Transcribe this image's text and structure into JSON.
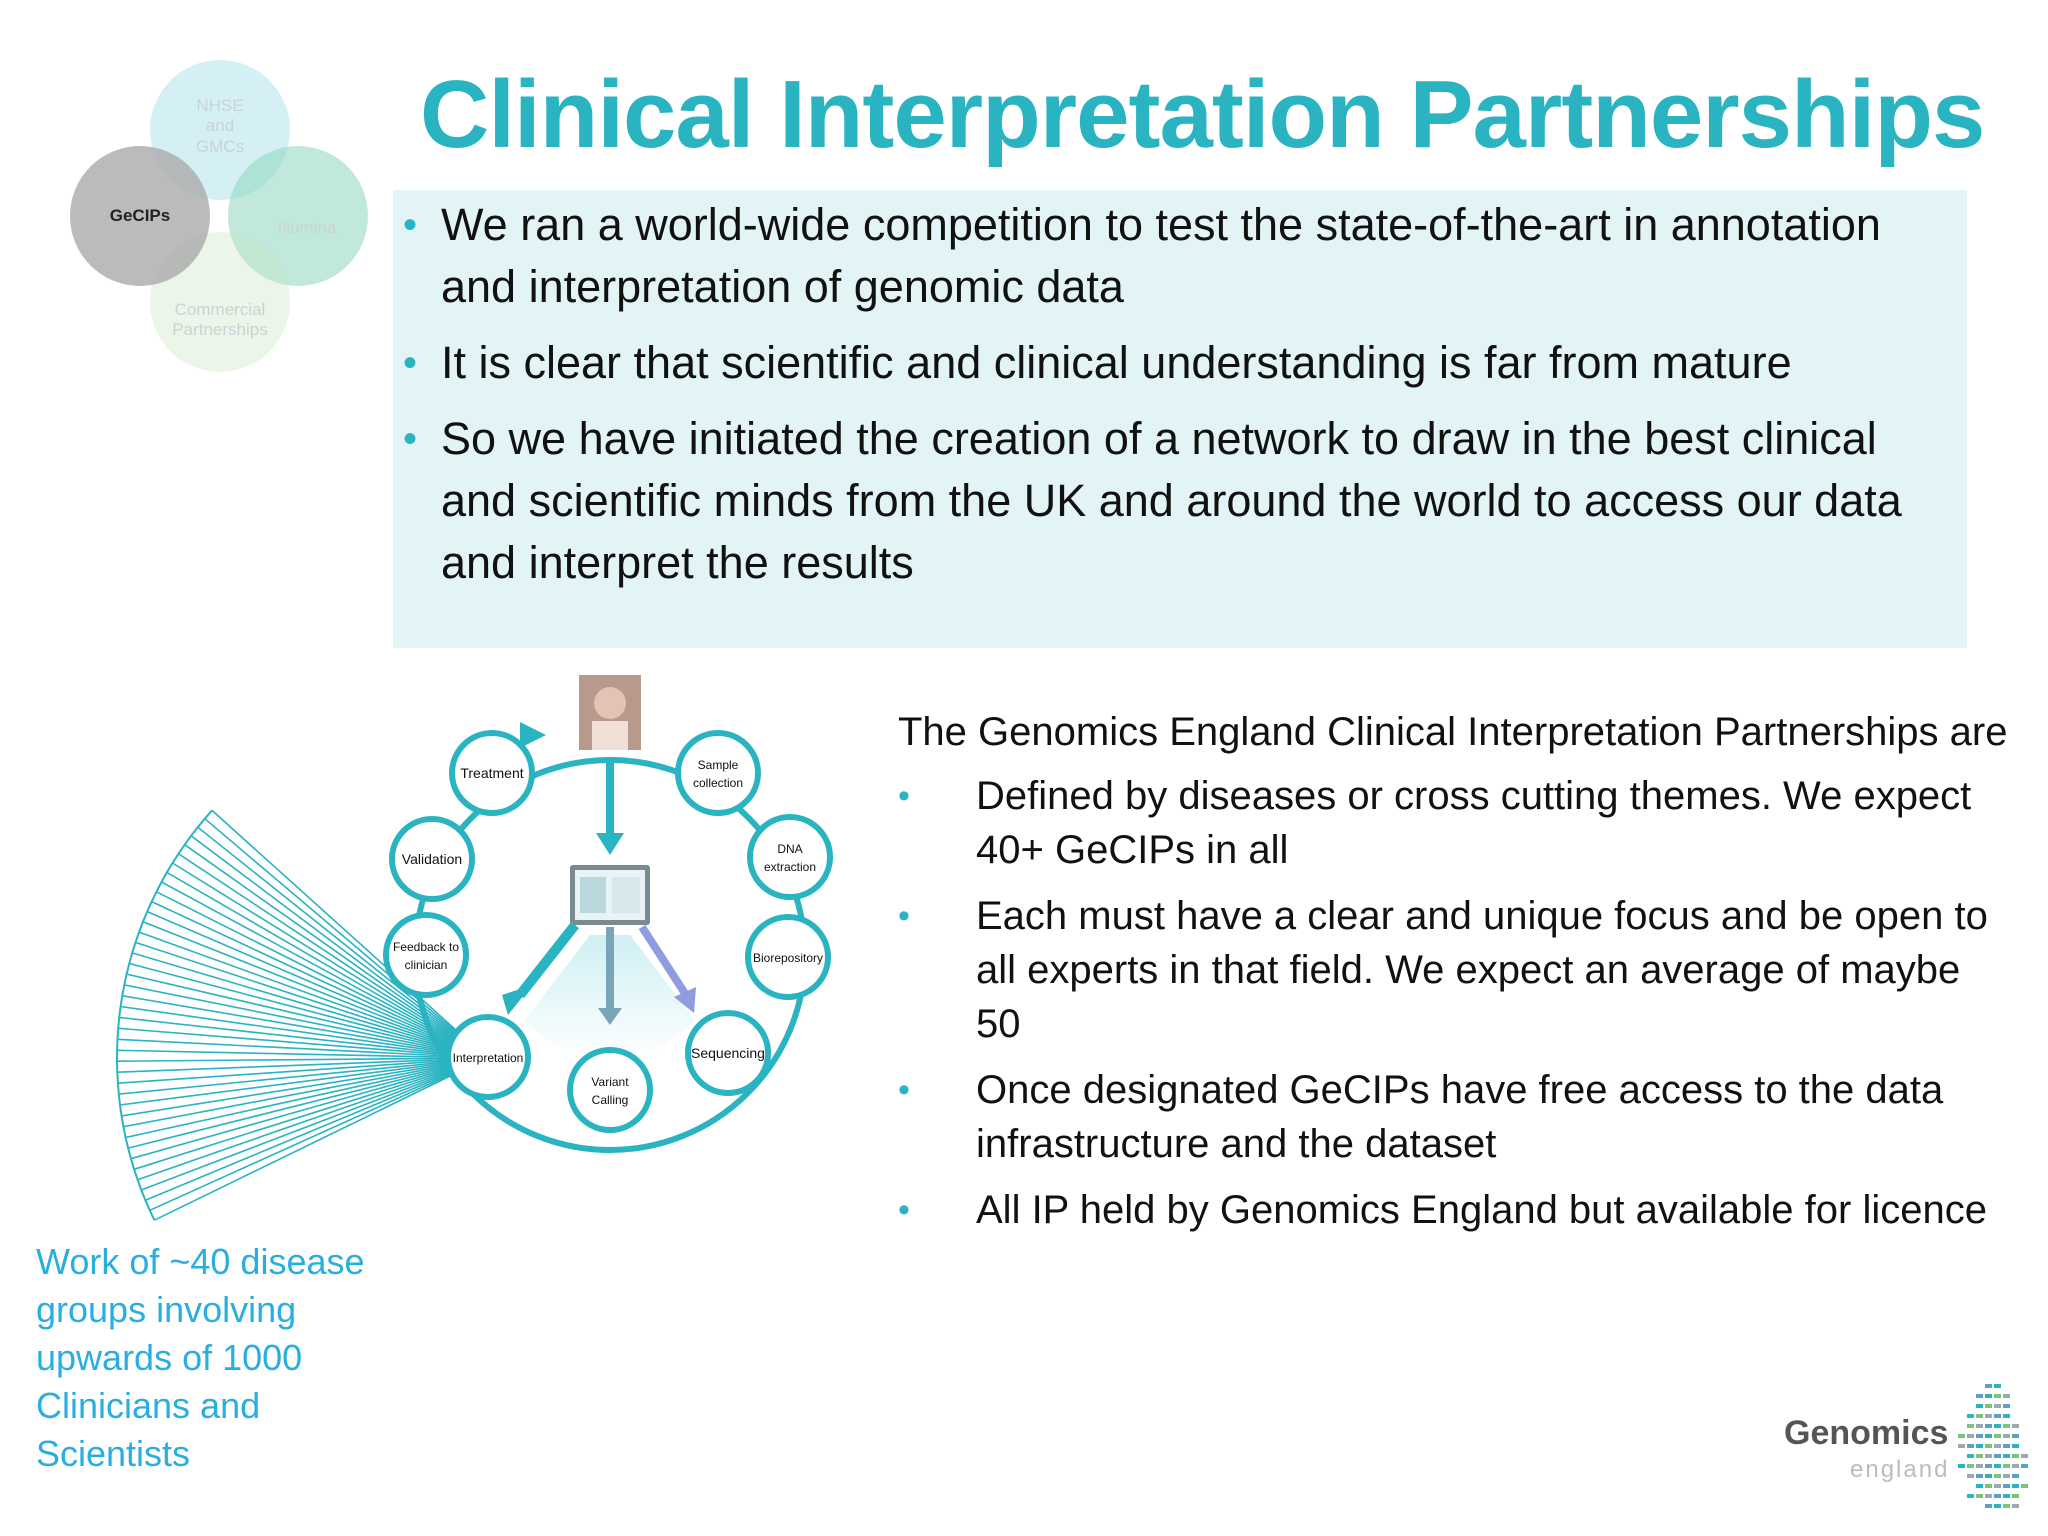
{
  "title": "Clinical Interpretation Partnerships",
  "venn": {
    "top": "NHSE and GMCs",
    "left": "GeCIPs",
    "right": "Illumina",
    "bottom": "Commercial Partnerships"
  },
  "top_bullets": [
    "We ran a world-wide competition to test the state-of-the-art in annotation and interpretation of genomic data",
    "It is clear that scientific and clinical understanding is far from mature",
    "So we have initiated the creation of a network to draw in the best clinical and scientific minds from the UK and around the world to access our data and interpret the results"
  ],
  "cycle": {
    "treatment": "Treatment",
    "sample_collection": "Sample collection",
    "validation": "Validation",
    "dna_extraction": "DNA extraction",
    "feedback": "Feedback to clinician",
    "biorepository": "Biorepository",
    "interpretation": "Interpretation",
    "sequencing": "Sequencing",
    "variant_calling": "Variant Calling"
  },
  "right": {
    "intro": "The Genomics England Clinical Interpretation Partnerships are",
    "bullets": [
      "Defined by diseases or cross cutting themes. We expect 40+ GeCIPs in all",
      "Each must have a clear and unique focus and be open to all experts in that field. We expect an average of maybe 50",
      "Once designated GeCIPs have free access to the data infrastructure and the dataset",
      "All IP held by Genomics England but available for licence"
    ]
  },
  "bottom_note": "Work of ~40 disease groups involving upwards of 1000 Clinicians and Scientists",
  "logo": {
    "word1": "Genomics",
    "word2": "england"
  },
  "colors": {
    "teal": "#2ab3c0",
    "blue_note": "#29aee0",
    "box_bg": "#e2f4f6"
  }
}
